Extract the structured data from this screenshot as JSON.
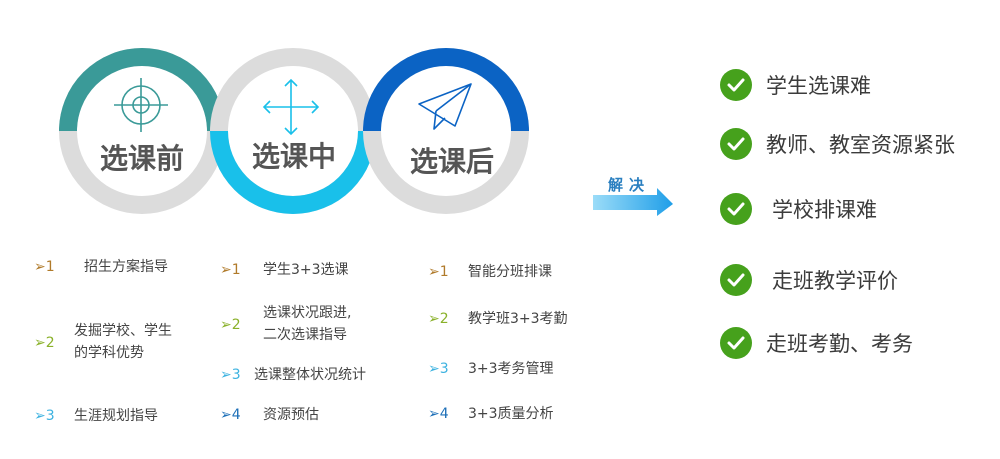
{
  "phases": [
    {
      "label": "选课前",
      "icon": "crosshair-icon",
      "color": "#3a9a98",
      "items": [
        {
          "num": "➢1",
          "lines": [
            "招生方案指导"
          ],
          "num_color": "#b07a2a"
        },
        {
          "num": "➢2",
          "lines": [
            "发掘学校、学生",
            "的学科优势"
          ],
          "num_color": "#8ab12a"
        },
        {
          "num": "➢3",
          "lines": [
            "生涯规划指导"
          ],
          "num_color": "#3cb2e0"
        }
      ]
    },
    {
      "label": "选课中",
      "icon": "move-arrows-icon",
      "color": "#19c0ea",
      "items": [
        {
          "num": "➢1",
          "lines": [
            "学生3+3选课"
          ],
          "num_color": "#b07a2a"
        },
        {
          "num": "➢2",
          "lines": [
            "选课状况跟进,",
            "二次选课指导"
          ],
          "num_color": "#8ab12a"
        },
        {
          "num": "➢3",
          "lines": [
            "选课整体状况统计"
          ],
          "num_color": "#3cb2e0"
        },
        {
          "num": "➢4",
          "lines": [
            "资源预估"
          ],
          "num_color": "#1c6fb8"
        }
      ]
    },
    {
      "label": "选课后",
      "icon": "paper-plane-icon",
      "color": "#0b63c4",
      "items": [
        {
          "num": "➢1",
          "lines": [
            "智能分班排课"
          ],
          "num_color": "#b07a2a"
        },
        {
          "num": "➢2",
          "lines": [
            "教学班3+3考勤"
          ],
          "num_color": "#8ab12a"
        },
        {
          "num": "➢3",
          "lines": [
            "3+3考务管理"
          ],
          "num_color": "#3cb2e0"
        },
        {
          "num": "➢4",
          "lines": [
            "3+3质量分析"
          ],
          "num_color": "#1c6fb8"
        }
      ]
    }
  ],
  "solve_label": "解决",
  "solutions": [
    "学生选课难",
    "教师、教室资源紧张",
    "学校排课难",
    "走班教学评价",
    "走班考勤、考务"
  ],
  "colors": {
    "ring_gray": "#dcdcdc",
    "check_green": "#46a11c",
    "arrow_blue": "#2aa2e6",
    "text_dark": "#444444"
  }
}
